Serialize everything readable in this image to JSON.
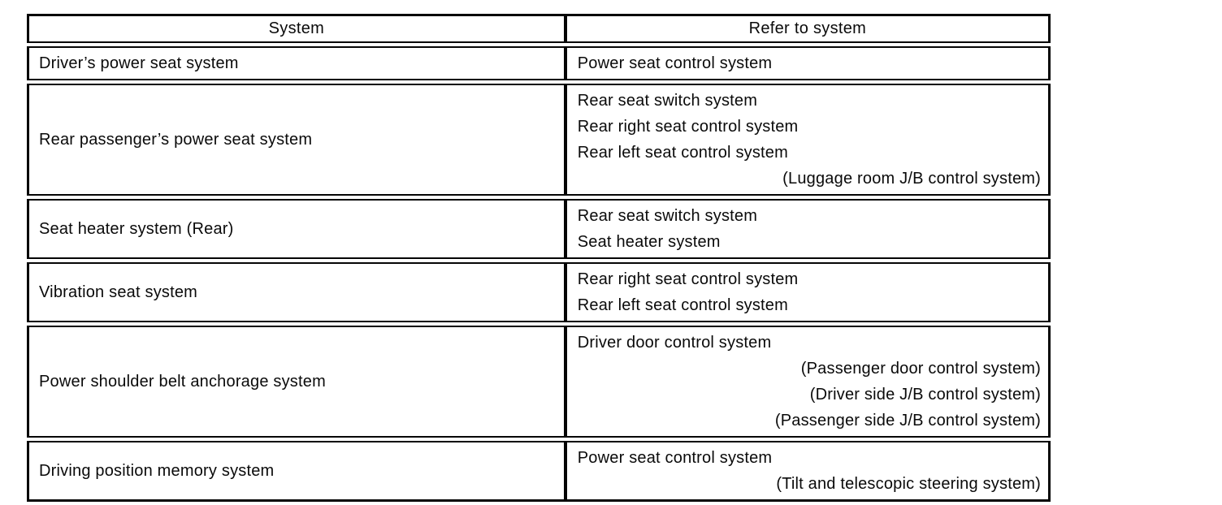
{
  "table": {
    "headers": [
      "System",
      "Refer to system"
    ],
    "rows": [
      {
        "system": "Driver’s power seat system",
        "refs": [
          {
            "text": "Power seat control system",
            "align": "left"
          }
        ]
      },
      {
        "system": "Rear passenger’s power seat system",
        "refs": [
          {
            "text": "Rear seat switch system",
            "align": "left"
          },
          {
            "text": "Rear right seat control system",
            "align": "left"
          },
          {
            "text": "Rear left seat control system",
            "align": "left"
          },
          {
            "text": "(Luggage room J/B control system)",
            "align": "right"
          }
        ]
      },
      {
        "system": "Seat heater system (Rear)",
        "refs": [
          {
            "text": "Rear seat switch system",
            "align": "left"
          },
          {
            "text": "Seat heater system",
            "align": "left"
          }
        ]
      },
      {
        "system": "Vibration seat system",
        "refs": [
          {
            "text": "Rear right seat control system",
            "align": "left"
          },
          {
            "text": "Rear left seat control system",
            "align": "left"
          }
        ]
      },
      {
        "system": "Power shoulder belt anchorage system",
        "refs": [
          {
            "text": "Driver door control system",
            "align": "left"
          },
          {
            "text": "(Passenger door control system)",
            "align": "right"
          },
          {
            "text": "(Driver side J/B control system)",
            "align": "right"
          },
          {
            "text": "(Passenger side J/B control system)",
            "align": "right"
          }
        ]
      },
      {
        "system": "Driving position memory system",
        "refs": [
          {
            "text": "Power seat control system",
            "align": "left"
          },
          {
            "text": "(Tilt and telescopic steering system)",
            "align": "right"
          }
        ]
      }
    ]
  }
}
